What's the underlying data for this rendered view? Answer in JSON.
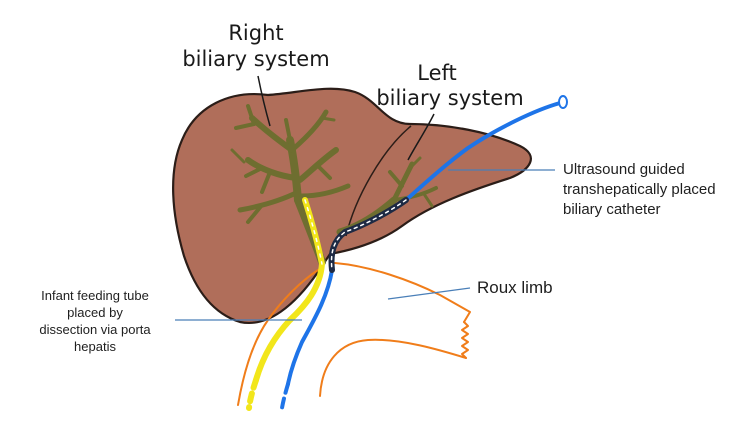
{
  "labels": {
    "right_biliary_line1": "Right",
    "right_biliary_line2": "biliary system",
    "left_biliary_line1": "Left",
    "left_biliary_line2": "biliary system",
    "catheter_line1": "Ultrasound guided",
    "catheter_line2": "transhepatically placed",
    "catheter_line3": "biliary catheter",
    "roux_limb": "Roux limb",
    "feeding_line1": "Infant feeding tube",
    "feeding_line2": "placed by",
    "feeding_line3": "dissection via porta",
    "feeding_line4": "hepatis"
  },
  "colors": {
    "liver_fill": "#b06e5a",
    "liver_outline": "#2b1d18",
    "biliary_tree": "#7a7a3a",
    "feeding_tube": "#f2e61b",
    "catheter": "#1e74e8",
    "roux_limb": "#f07d1a",
    "leader_line": "#4a7fb8"
  }
}
